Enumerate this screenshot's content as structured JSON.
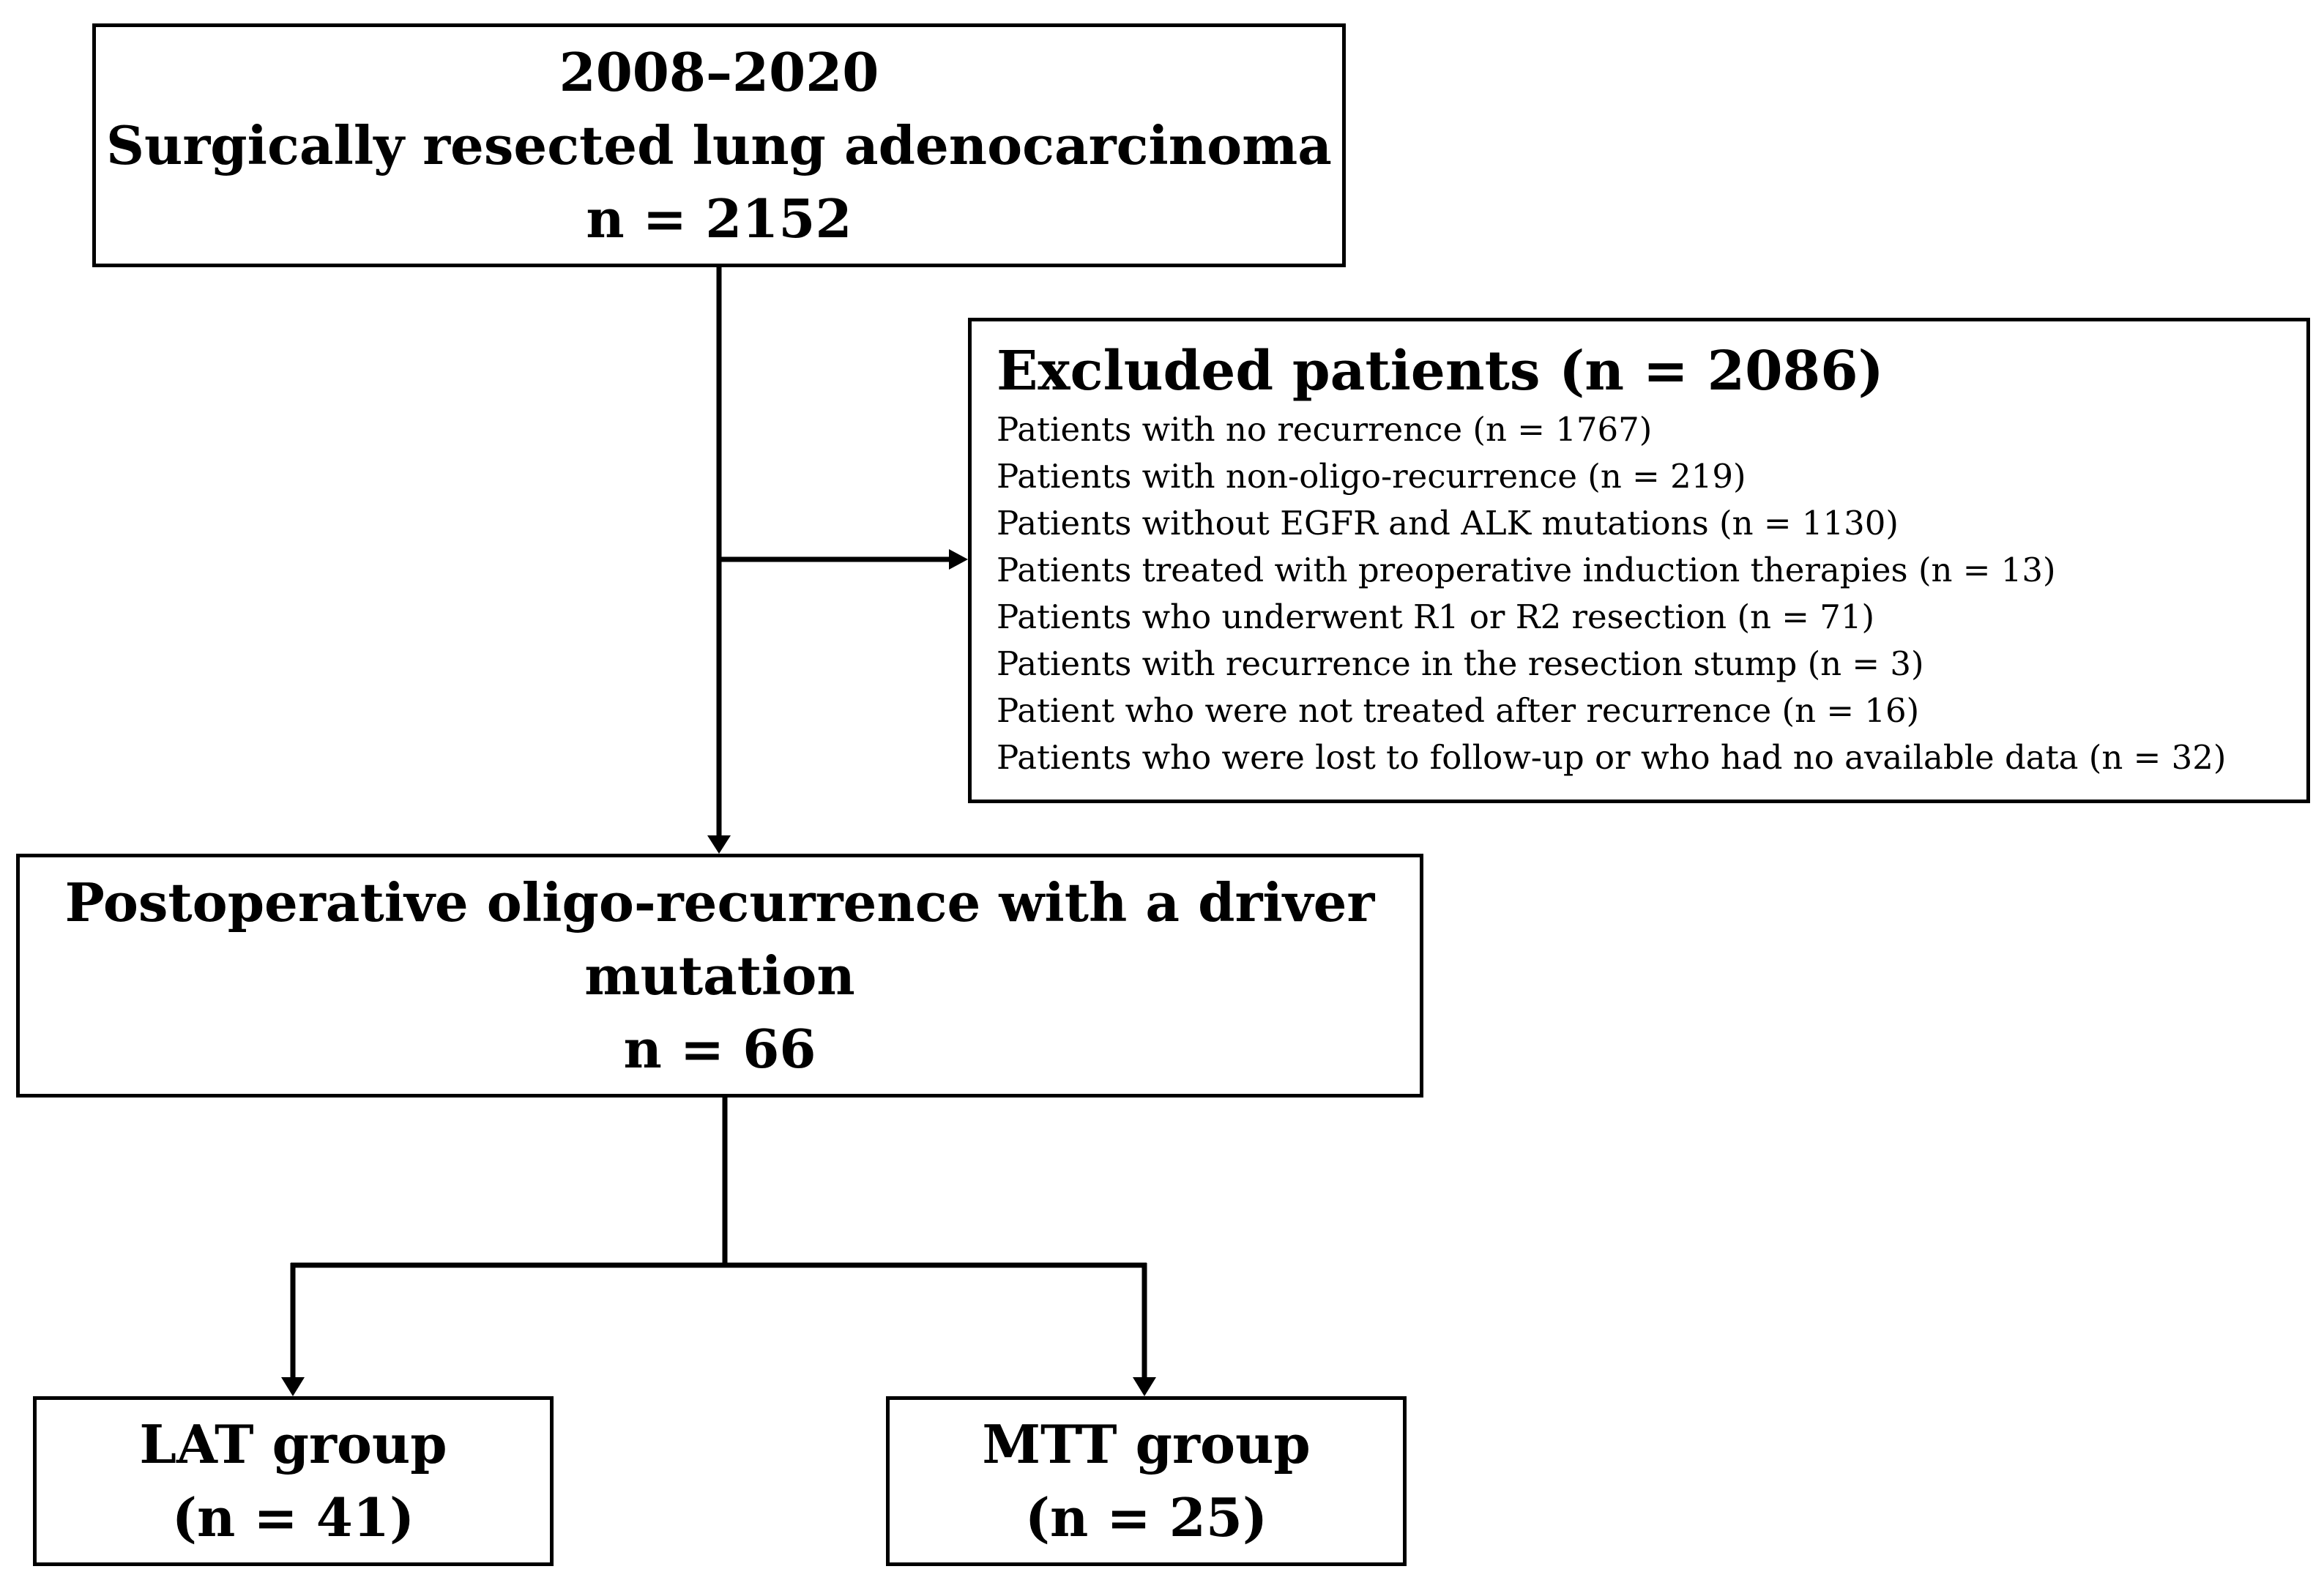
{
  "top_box": {
    "line1": "2008–2020",
    "line2": "Surgically resected lung adenocarcinoma",
    "line3": "n = 2152"
  },
  "excluded_box": {
    "title": "Excluded patients (n = 2086)",
    "items": [
      "Patients with no recurrence (n = 1767)",
      "Patients with non-oligo-recurrence (n = 219)",
      "Patients without EGFR and ALK mutations (n = 1130)",
      "Patients treated with preoperative induction therapies (n = 13)",
      "Patients who underwent R1 or R2 resection (n = 71)",
      "Patients with recurrence in the resection stump (n = 3)",
      "Patient who were not treated after recurrence (n = 16)",
      "Patients who were lost to follow-up or who had no available data (n = 32)"
    ]
  },
  "oligo_box": {
    "line1": "Postoperative oligo-recurrence with a driver",
    "line2": "mutation",
    "line3": "n = 66"
  },
  "lat_box": {
    "line1": "LAT group",
    "line2": "(n = 41)"
  },
  "mtt_box": {
    "line1": "MTT group",
    "line2": "(n = 25)"
  }
}
